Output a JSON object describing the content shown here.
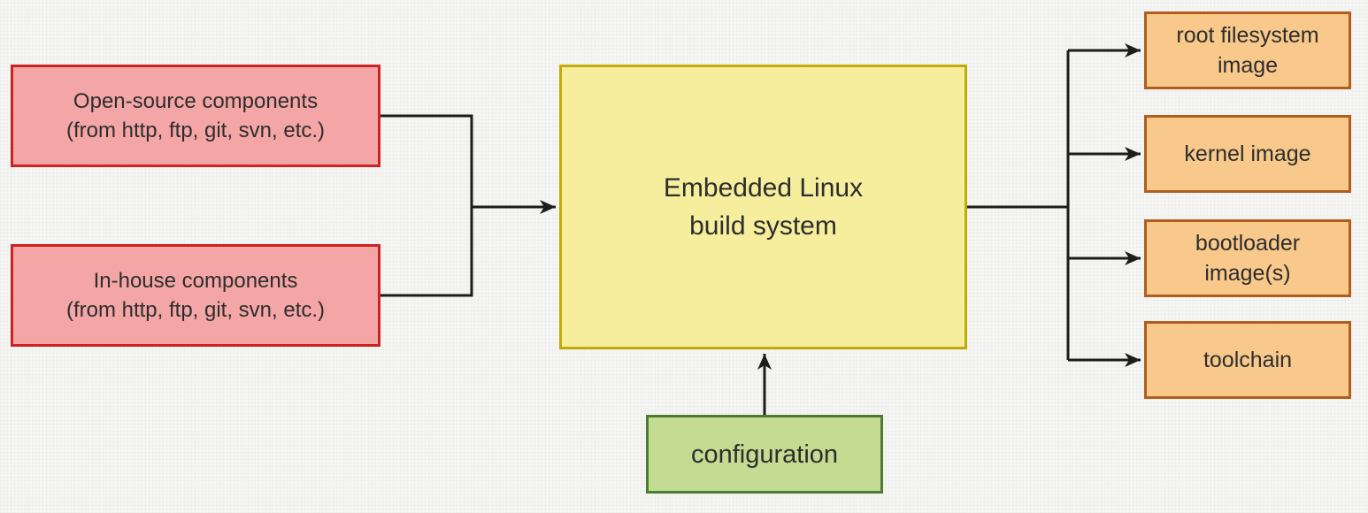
{
  "colors": {
    "canvas_bg": "#f5f5f3",
    "arrow": "#1c1c1c",
    "text": "#2d2d2d",
    "source_fill": "#f4a6a6",
    "source_border": "#cc2222",
    "build_fill": "#f6ee9d",
    "build_border": "#c0ab08",
    "config_fill": "#c3dc92",
    "config_border": "#4e7b33",
    "output_fill": "#f8c98b",
    "output_border": "#b05e1f"
  },
  "nodes": {
    "open_source": {
      "lines": [
        "Open-source components",
        "(from http, ftp, git, svn, etc.)"
      ]
    },
    "in_house": {
      "lines": [
        "In-house components",
        "(from http, ftp, git, svn, etc.)"
      ]
    },
    "build_system": {
      "lines": [
        "Embedded Linux",
        "build system"
      ]
    },
    "configuration": {
      "lines": [
        "configuration"
      ]
    },
    "outputs": [
      {
        "lines": [
          "root filesystem",
          "image"
        ]
      },
      {
        "lines": [
          "kernel image"
        ]
      },
      {
        "lines": [
          "bootloader",
          "image(s)"
        ]
      },
      {
        "lines": [
          "toolchain"
        ]
      }
    ]
  }
}
